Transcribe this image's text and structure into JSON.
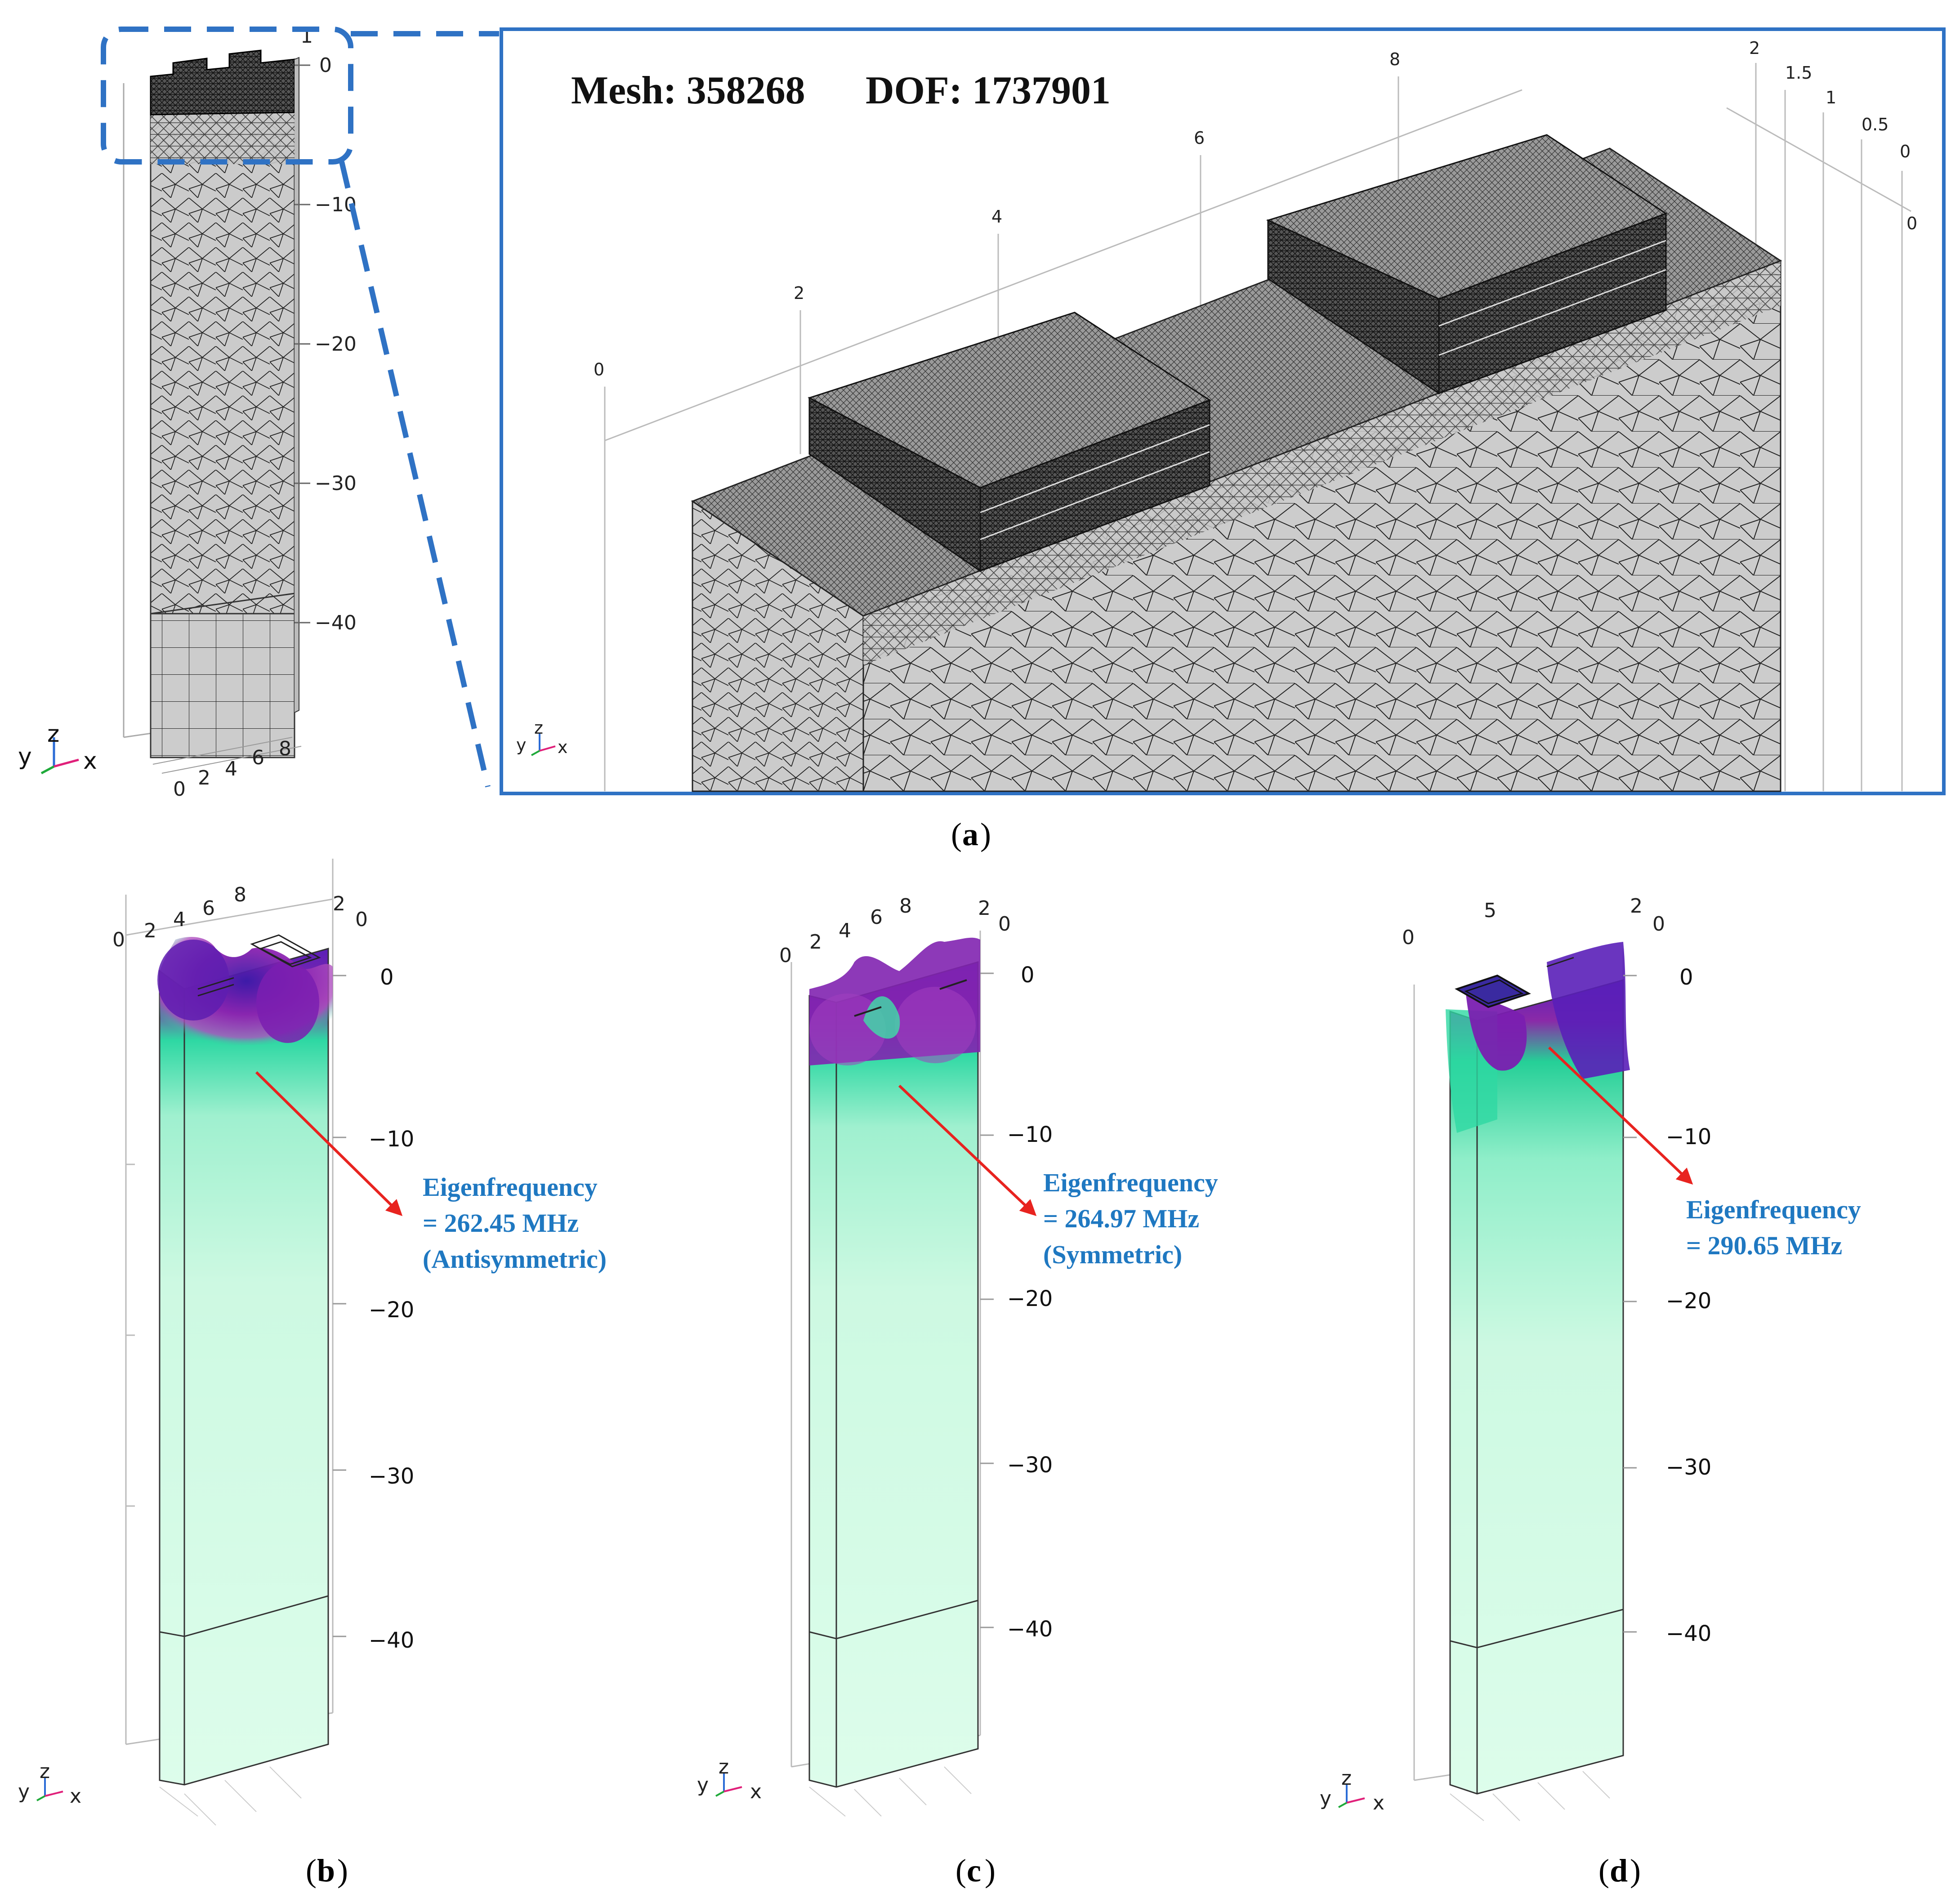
{
  "panel_a": {
    "mesh_text": "Mesh: 358268",
    "dof_text": "DOF: 1737901",
    "caption_letter": "a",
    "small_z_ticks": [
      "0",
      "−10",
      "−20",
      "−30",
      "−40"
    ],
    "small_top_tick": "1",
    "small_x_ticks": [
      "0",
      "2",
      "4",
      "6",
      "8"
    ],
    "zoom_x_ticks": [
      "0",
      "2",
      "4",
      "6",
      "8"
    ],
    "zoom_y_ticks": [
      "2",
      "1.5",
      "1",
      "0.5",
      "0"
    ],
    "zoom_z_tick": "0"
  },
  "panel_b": {
    "caption_letter": "b",
    "top_x_ticks": [
      "0",
      "2",
      "4",
      "6",
      "8"
    ],
    "top_y_ticks": [
      "2",
      "0"
    ],
    "z_ticks": [
      "0",
      "−10",
      "−20",
      "−30",
      "−40"
    ],
    "ann_line1": "Eigenfrequency",
    "ann_line2": "= 262.45 MHz",
    "ann_line3": "(Antisymmetric)"
  },
  "panel_c": {
    "caption_letter": "c",
    "top_x_ticks": [
      "0",
      "2",
      "4",
      "6",
      "8"
    ],
    "top_y_ticks": [
      "2",
      "0"
    ],
    "z_ticks": [
      "0",
      "−10",
      "−20",
      "−30",
      "−40"
    ],
    "ann_line1": "Eigenfrequency",
    "ann_line2": "= 264.97 MHz",
    "ann_line3": "(Symmetric)"
  },
  "panel_d": {
    "caption_letter": "d",
    "top_x_ticks": [
      "0",
      "5"
    ],
    "top_y_ticks": [
      "2",
      "0"
    ],
    "z_ticks": [
      "0",
      "−10",
      "−20",
      "−30",
      "−40"
    ],
    "ann_line1": "Eigenfrequency",
    "ann_line2": "= 290.65 MHz"
  },
  "triad": {
    "y": "y",
    "z": "z",
    "x": "x"
  },
  "colors": {
    "frame_blue": "#2f72c4",
    "annotation_blue": "#1f78c1",
    "arrow_red": "#e8231f",
    "mesh_gray": "#c9c9c9",
    "mode_purple": "#7b1fb0",
    "mode_teal": "#2fd6a0",
    "mode_light": "#dcfcea"
  }
}
